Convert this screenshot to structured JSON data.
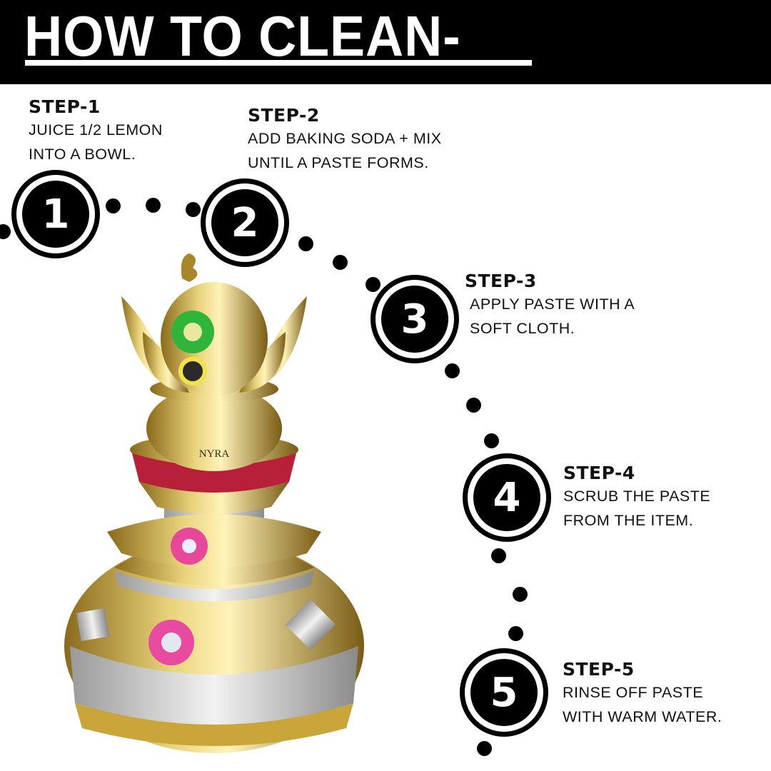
{
  "header": {
    "title": "HOW TO CLEAN-"
  },
  "steps": [
    {
      "number": "1",
      "title": "STEP-1",
      "lines": [
        "JUICE 1/2 LEMON",
        "INTO A BOWL."
      ]
    },
    {
      "number": "2",
      "title": "STEP-2",
      "lines": [
        "ADD BAKING SODA + MIX",
        "UNTIL A PASTE FORMS."
      ]
    },
    {
      "number": "3",
      "title": "STEP-3",
      "lines": [
        "APPLY PASTE WITH A",
        "SOFT CLOTH."
      ]
    },
    {
      "number": "4",
      "title": "STEP-4",
      "lines": [
        "SCRUB THE PASTE",
        "FROM THE ITEM."
      ]
    },
    {
      "number": "5",
      "title": "STEP-5",
      "lines": [
        "RINSE OFF PASTE",
        "WITH WARM WATER."
      ]
    }
  ],
  "product": {
    "brand": "NYRA"
  },
  "colors": {
    "background": "#ffffff",
    "header": "#000000",
    "brass": "#c9a53a",
    "silver": "#d8d8d8"
  }
}
